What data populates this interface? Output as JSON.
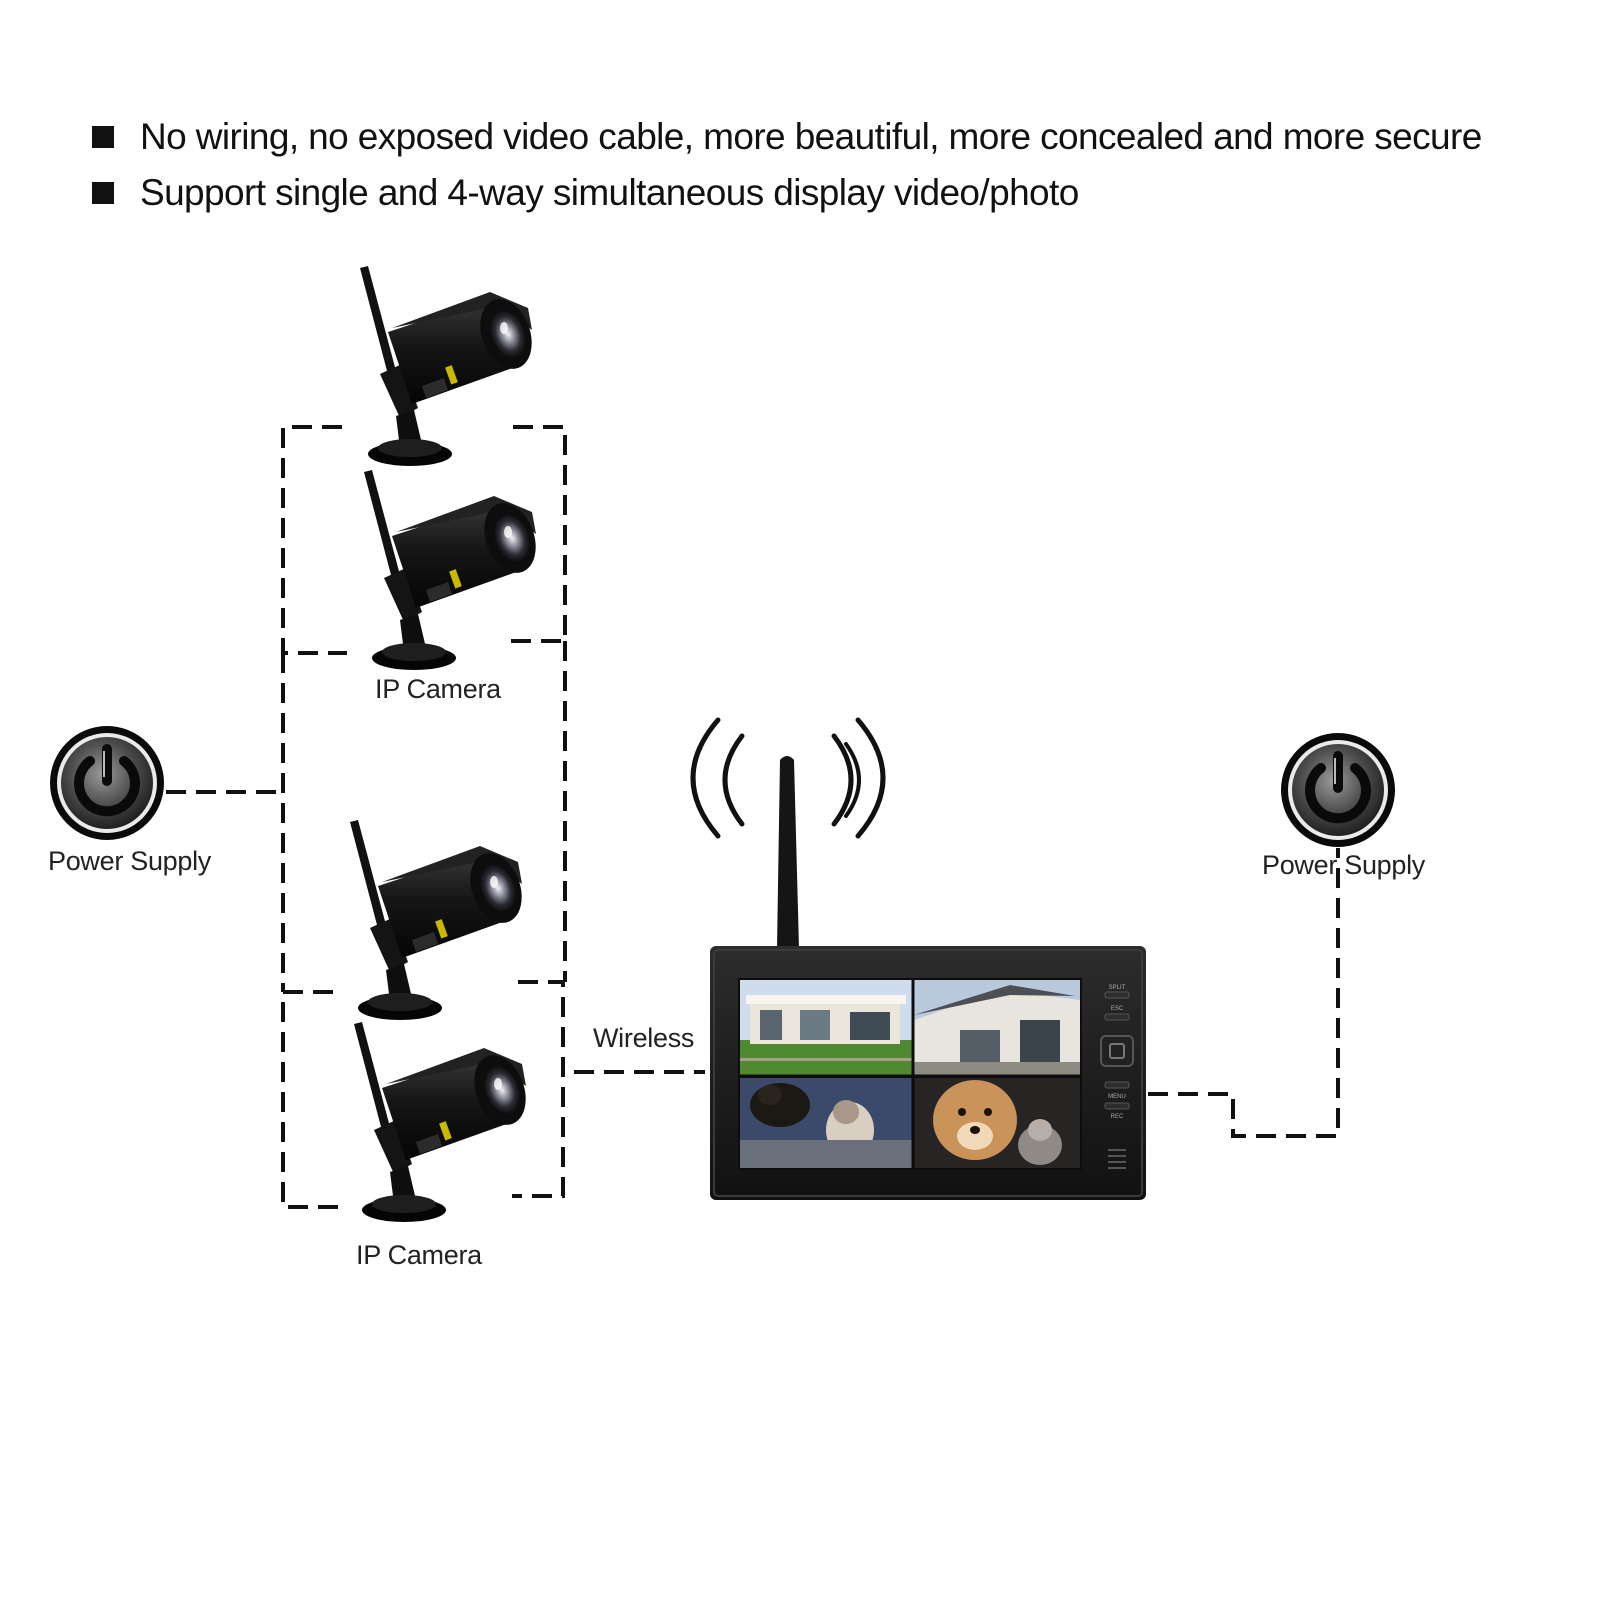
{
  "bullets": [
    {
      "text": "No wiring, no exposed video cable, more beautiful, more concealed and more secure"
    },
    {
      "text": "Support single and 4-way simultaneous display video/photo"
    }
  ],
  "labels": {
    "camera_group_top": "IP Camera",
    "camera_group_bottom": "IP Camera",
    "power_left": "Power Supply",
    "power_right": "Power Supply",
    "wireless": "Wireless"
  },
  "monitor": {
    "buttons": [
      "SPLIT",
      "ESC",
      "MENU",
      "REC"
    ]
  },
  "icons": {
    "power": "power-icon",
    "camera": "ip-camera-icon",
    "monitor": "monitor-icon",
    "signal": "wireless-signal-icon"
  },
  "colors": {
    "ink": "#111111",
    "device": "#1a1a1a",
    "accent_yellow": "#c9b800"
  }
}
